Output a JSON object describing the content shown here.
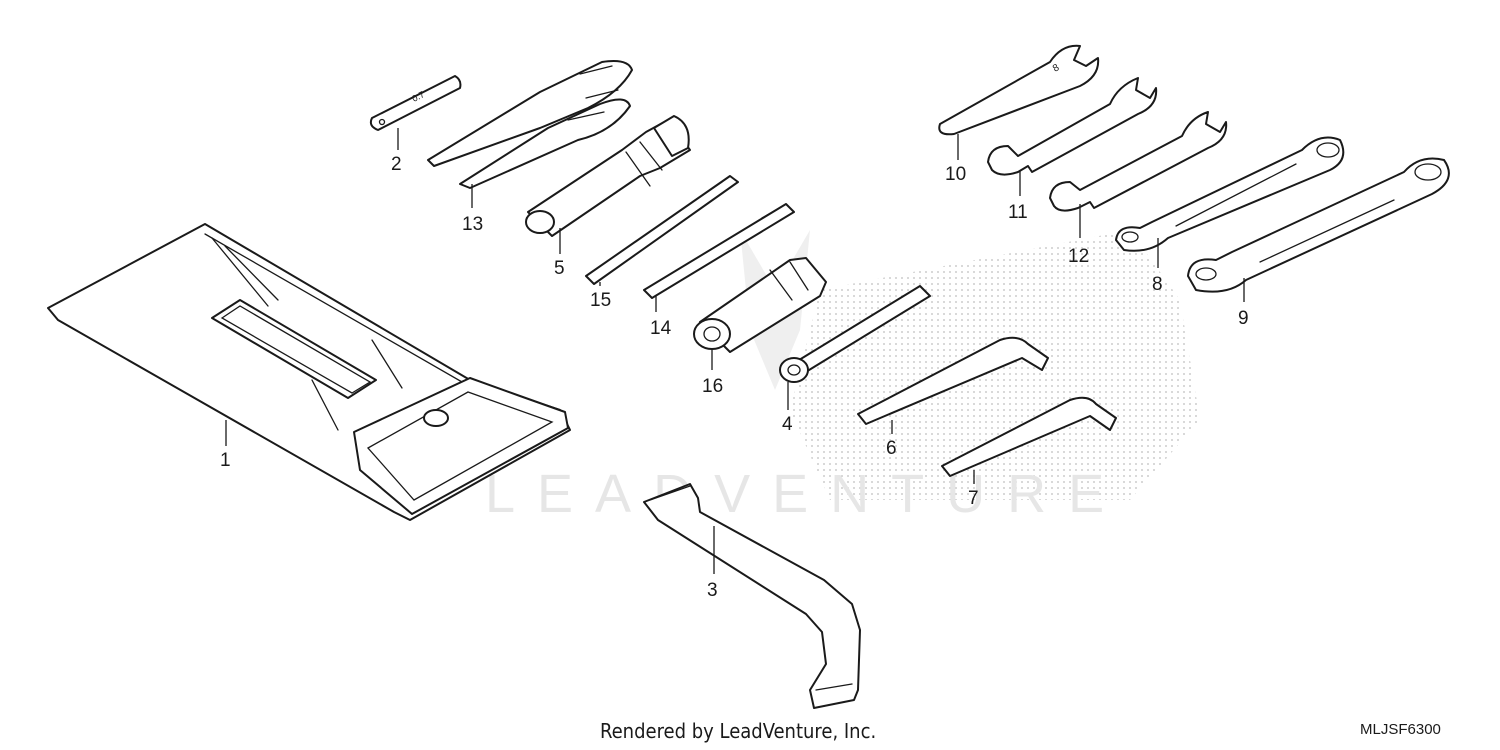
{
  "diagram": {
    "callouts": [
      {
        "id": "1",
        "label": "1"
      },
      {
        "id": "2",
        "label": "2"
      },
      {
        "id": "3",
        "label": "3"
      },
      {
        "id": "4",
        "label": "4"
      },
      {
        "id": "5",
        "label": "5"
      },
      {
        "id": "6",
        "label": "6"
      },
      {
        "id": "7",
        "label": "7"
      },
      {
        "id": "8",
        "label": "8"
      },
      {
        "id": "9",
        "label": "9"
      },
      {
        "id": "10",
        "label": "10"
      },
      {
        "id": "11",
        "label": "11"
      },
      {
        "id": "12",
        "label": "12"
      },
      {
        "id": "13",
        "label": "13"
      },
      {
        "id": "14",
        "label": "14"
      },
      {
        "id": "15",
        "label": "15"
      },
      {
        "id": "16",
        "label": "16"
      }
    ],
    "watermark": "LEADVENTURE",
    "footer": "Rendered by LeadVenture, Inc.",
    "diagram_code": "MLJSF6300"
  }
}
